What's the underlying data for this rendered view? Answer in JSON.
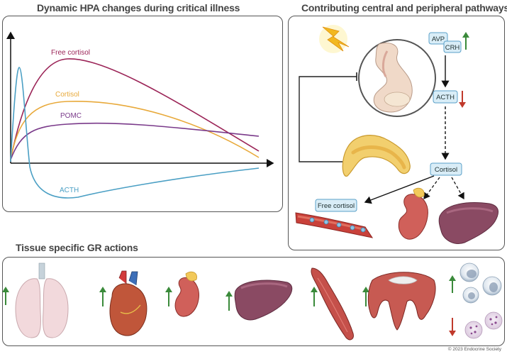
{
  "panels": {
    "left_title": "Dynamic HPA changes during critical illness",
    "right_title": "Contributing central and peripheral pathways",
    "bottom_title": "Tissue specific GR actions"
  },
  "hpa_chart": {
    "curves": [
      {
        "name": "Free cortisol",
        "color": "#9b2457"
      },
      {
        "name": "Cortisol",
        "color": "#e8a93a"
      },
      {
        "name": "POMC",
        "color": "#7a3a8a"
      },
      {
        "name": "ACTH",
        "color": "#4a9fc4"
      }
    ]
  },
  "pathway": {
    "avp": "AVP",
    "crh": "CRH",
    "acth": "ACTH",
    "cortisol": "Cortisol",
    "free_cortisol": "Free cortisol",
    "colors": {
      "box_fill": "#d9edf7",
      "box_border": "#5aa0c8",
      "up_arrow": "#3a8a3a",
      "down_arrow": "#c0392b"
    }
  },
  "tissues": [
    "lung-icon",
    "heart-icon",
    "kidney-icon",
    "liver-icon",
    "muscle-icon",
    "diaphragm-icon",
    "immune-cells-icon"
  ],
  "copyright": "© 2023 Endocrine Society"
}
